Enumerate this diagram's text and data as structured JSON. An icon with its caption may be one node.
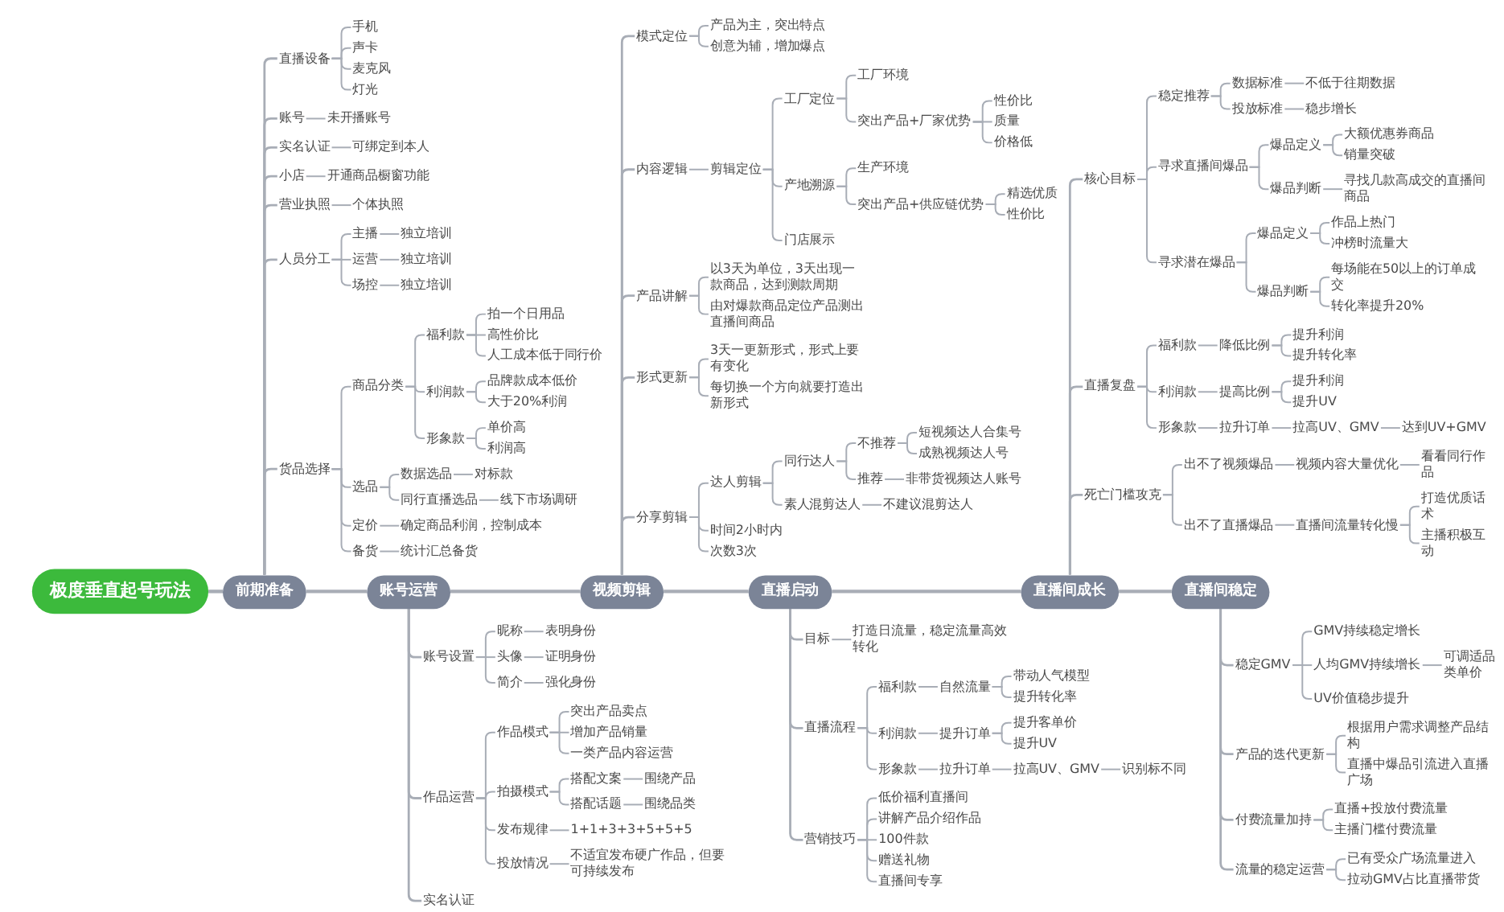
{
  "diagram": {
    "nodes": [
      {
        "text": [
          "极度垂直起号玩法"
        ]
      },
      {
        "text": [
          "前期准备"
        ]
      },
      {
        "text": [
          "直播设备"
        ]
      },
      {
        "text": [
          "手机"
        ]
      },
      {
        "text": [
          "声卡"
        ]
      },
      {
        "text": [
          "麦克风"
        ]
      },
      {
        "text": [
          "灯光"
        ]
      },
      {
        "text": [
          "账号"
        ]
      },
      {
        "text": [
          "未开播账号"
        ]
      },
      {
        "text": [
          "实名认证"
        ]
      },
      {
        "text": [
          "可绑定到本人"
        ]
      },
      {
        "text": [
          "小店"
        ]
      },
      {
        "text": [
          "开通商品橱窗功能"
        ]
      },
      {
        "text": [
          "营业执照"
        ]
      },
      {
        "text": [
          "个体执照"
        ]
      },
      {
        "text": [
          "人员分工"
        ]
      },
      {
        "text": [
          "主播"
        ]
      },
      {
        "text": [
          "独立培训"
        ]
      },
      {
        "text": [
          "运营"
        ]
      },
      {
        "text": [
          "独立培训"
        ]
      },
      {
        "text": [
          "场控"
        ]
      },
      {
        "text": [
          "独立培训"
        ]
      },
      {
        "text": [
          "货品选择"
        ]
      },
      {
        "text": [
          "商品分类"
        ]
      },
      {
        "text": [
          "福利款"
        ]
      },
      {
        "text": [
          "拍一个日用品"
        ]
      },
      {
        "text": [
          "高性价比"
        ]
      },
      {
        "text": [
          "人工成本低于同行价"
        ]
      },
      {
        "text": [
          "利润款"
        ]
      },
      {
        "text": [
          "品牌款成本低价"
        ]
      },
      {
        "text": [
          "大于20%利润"
        ]
      },
      {
        "text": [
          "形象款"
        ]
      },
      {
        "text": [
          "单价高"
        ]
      },
      {
        "text": [
          "利润高"
        ]
      },
      {
        "text": [
          "选品"
        ]
      },
      {
        "text": [
          "数据选品"
        ]
      },
      {
        "text": [
          "对标款"
        ]
      },
      {
        "text": [
          "同行直播选品"
        ]
      },
      {
        "text": [
          "线下市场调研"
        ]
      },
      {
        "text": [
          "定价"
        ]
      },
      {
        "text": [
          "确定商品利润，控制成本"
        ]
      },
      {
        "text": [
          "备货"
        ]
      },
      {
        "text": [
          "统计汇总备货"
        ]
      },
      {
        "text": [
          "账号运营"
        ]
      },
      {
        "text": [
          "账号设置"
        ]
      },
      {
        "text": [
          "昵称"
        ]
      },
      {
        "text": [
          "表明身份"
        ]
      },
      {
        "text": [
          "头像"
        ]
      },
      {
        "text": [
          "证明身份"
        ]
      },
      {
        "text": [
          "简介"
        ]
      },
      {
        "text": [
          "强化身份"
        ]
      },
      {
        "text": [
          "作品运营"
        ]
      },
      {
        "text": [
          "作品模式"
        ]
      },
      {
        "text": [
          "突出产品卖点"
        ]
      },
      {
        "text": [
          "增加产品销量"
        ]
      },
      {
        "text": [
          "一类产品内容运营"
        ]
      },
      {
        "text": [
          "拍摄模式"
        ]
      },
      {
        "text": [
          "搭配文案"
        ]
      },
      {
        "text": [
          "围绕产品"
        ]
      },
      {
        "text": [
          "搭配话题"
        ]
      },
      {
        "text": [
          "围绕品类"
        ]
      },
      {
        "text": [
          "发布规律"
        ]
      },
      {
        "text": [
          "1+1+3+3+5+5+5"
        ]
      },
      {
        "text": [
          "投放情况"
        ]
      },
      {
        "text": [
          "不适宜发布硬广作品，但要可持续发布"
        ]
      },
      {
        "text": [
          "实名认证"
        ]
      },
      {
        "text": [
          "视频剪辑"
        ]
      },
      {
        "text": [
          "模式定位"
        ]
      },
      {
        "text": [
          "产品为主，突出特点"
        ]
      },
      {
        "text": [
          "创意为辅，增加爆点"
        ]
      },
      {
        "text": [
          "内容逻辑"
        ]
      },
      {
        "text": [
          "剪辑定位"
        ]
      },
      {
        "text": [
          "工厂定位"
        ]
      },
      {
        "text": [
          "工厂环境"
        ]
      },
      {
        "text": [
          "突出产品+厂家优势"
        ]
      },
      {
        "text": [
          "性价比"
        ]
      },
      {
        "text": [
          "质量"
        ]
      },
      {
        "text": [
          "价格低"
        ]
      },
      {
        "text": [
          "产地溯源"
        ]
      },
      {
        "text": [
          "生产环境"
        ]
      },
      {
        "text": [
          "突出产品+供应链优势"
        ]
      },
      {
        "text": [
          "精选优质"
        ]
      },
      {
        "text": [
          "性价比"
        ]
      },
      {
        "text": [
          "门店展示"
        ]
      },
      {
        "text": [
          "产品讲解"
        ]
      },
      {
        "text": [
          "以3天为单位，3天出现一款商品，达到测款周期"
        ]
      },
      {
        "text": [
          "由对爆款商品定位产品测出直播间商品"
        ]
      },
      {
        "text": [
          "形式更新"
        ]
      },
      {
        "text": [
          "3天一更新形式，形式上要有变化"
        ]
      },
      {
        "text": [
          "每切换一个方向就要打造出新形式"
        ]
      },
      {
        "text": [
          "分享剪辑"
        ]
      },
      {
        "text": [
          "达人剪辑"
        ]
      },
      {
        "text": [
          "同行达人"
        ]
      },
      {
        "text": [
          "不推荐"
        ]
      },
      {
        "text": [
          "短视频达人合集号"
        ]
      },
      {
        "text": [
          "成熟视频达人号"
        ]
      },
      {
        "text": [
          "推荐"
        ]
      },
      {
        "text": [
          "非带货视频达人账号"
        ]
      },
      {
        "text": [
          "素人混剪达人"
        ]
      },
      {
        "text": [
          "不建议混剪达人"
        ]
      },
      {
        "text": [
          "时间2小时内"
        ]
      },
      {
        "text": [
          "次数3次"
        ]
      },
      {
        "text": [
          "直播启动"
        ]
      },
      {
        "text": [
          "目标"
        ]
      },
      {
        "text": [
          "打造日流量，稳定流量高效转化"
        ]
      },
      {
        "text": [
          "直播流程"
        ]
      },
      {
        "text": [
          "福利款"
        ]
      },
      {
        "text": [
          "自然流量"
        ]
      },
      {
        "text": [
          "带动人气模型"
        ]
      },
      {
        "text": [
          "提升转化率"
        ]
      },
      {
        "text": [
          "利润款"
        ]
      },
      {
        "text": [
          "提升订单"
        ]
      },
      {
        "text": [
          "提升客单价"
        ]
      },
      {
        "text": [
          "提升UV"
        ]
      },
      {
        "text": [
          "形象款"
        ]
      },
      {
        "text": [
          "拉升订单"
        ]
      },
      {
        "text": [
          "拉高UV、GMV"
        ]
      },
      {
        "text": [
          "识别标不同"
        ]
      },
      {
        "text": [
          "营销技巧"
        ]
      },
      {
        "text": [
          "低价福利直播间"
        ]
      },
      {
        "text": [
          "讲解产品介绍作品"
        ]
      },
      {
        "text": [
          "100件款"
        ]
      },
      {
        "text": [
          "赠送礼物"
        ]
      },
      {
        "text": [
          "直播间专享"
        ]
      },
      {
        "text": [
          "直播间成长"
        ]
      },
      {
        "text": [
          "核心目标"
        ]
      },
      {
        "text": [
          "稳定推荐"
        ]
      },
      {
        "text": [
          "数据标准"
        ]
      },
      {
        "text": [
          "不低于往期数据"
        ]
      },
      {
        "text": [
          "投放标准"
        ]
      },
      {
        "text": [
          "稳步增长"
        ]
      },
      {
        "text": [
          "寻求直播间爆品"
        ]
      },
      {
        "text": [
          "爆品定义"
        ]
      },
      {
        "text": [
          "大额优惠券商品"
        ]
      },
      {
        "text": [
          "销量突破"
        ]
      },
      {
        "text": [
          "爆品判断"
        ]
      },
      {
        "text": [
          "寻找几款高成交的直播间商品"
        ]
      },
      {
        "text": [
          "寻求潜在爆品"
        ]
      },
      {
        "text": [
          "爆品定义"
        ]
      },
      {
        "text": [
          "作品上热门"
        ]
      },
      {
        "text": [
          "冲榜时流量大"
        ]
      },
      {
        "text": [
          "爆品判断"
        ]
      },
      {
        "text": [
          "每场能在50以上的订单成交"
        ]
      },
      {
        "text": [
          "转化率提升20%"
        ]
      },
      {
        "text": [
          "直播复盘"
        ]
      },
      {
        "text": [
          "福利款"
        ]
      },
      {
        "text": [
          "降低比例"
        ]
      },
      {
        "text": [
          "提升利润"
        ]
      },
      {
        "text": [
          "提升转化率"
        ]
      },
      {
        "text": [
          "利润款"
        ]
      },
      {
        "text": [
          "提高比例"
        ]
      },
      {
        "text": [
          "提升利润"
        ]
      },
      {
        "text": [
          "提升UV"
        ]
      },
      {
        "text": [
          "形象款"
        ]
      },
      {
        "text": [
          "拉升订单"
        ]
      },
      {
        "text": [
          "拉高UV、GMV"
        ]
      },
      {
        "text": [
          "达到UV+GMV"
        ]
      },
      {
        "text": [
          "死亡门槛攻克"
        ]
      },
      {
        "text": [
          "出不了视频爆品"
        ]
      },
      {
        "text": [
          "视频内容大量优化"
        ]
      },
      {
        "text": [
          "看看同行作品"
        ]
      },
      {
        "text": [
          "出不了直播爆品"
        ]
      },
      {
        "text": [
          "直播间流量转化慢"
        ]
      },
      {
        "text": [
          "打造优质话术"
        ]
      },
      {
        "text": [
          "主播积极互动"
        ]
      },
      {
        "text": [
          "直播间稳定"
        ]
      },
      {
        "text": [
          "稳定GMV"
        ]
      },
      {
        "text": [
          "GMV持续稳定增长"
        ]
      },
      {
        "text": [
          "人均GMV持续增长"
        ]
      },
      {
        "text": [
          "可调适品类单价"
        ]
      },
      {
        "text": [
          "UV价值稳步提升"
        ]
      },
      {
        "text": [
          "产品的迭代更新"
        ]
      },
      {
        "text": [
          "根据用户需求调整产品结构"
        ]
      },
      {
        "text": [
          "直播中爆品引流进入直播广场"
        ]
      },
      {
        "text": [
          "付费流量加持"
        ]
      },
      {
        "text": [
          "直播+投放付费流量"
        ]
      },
      {
        "text": [
          "主播门槛付费流量"
        ]
      },
      {
        "text": [
          "流量的稳定运营"
        ]
      },
      {
        "text": [
          "已有受众广场流量进入"
        ]
      },
      {
        "text": [
          "拉动GMV占比直播带货"
        ]
      }
    ],
    "edges": [
      {
        "from": 0,
        "to": 1,
        "arrow": "none"
      },
      {
        "from": 1,
        "to": 43,
        "arrow": "none"
      },
      {
        "from": 1,
        "to": 2,
        "arrow": "none"
      },
      {
        "from": 2,
        "to": 3,
        "arrow": "none"
      },
      {
        "from": 2,
        "to": 4,
        "arrow": "none"
      },
      {
        "from": 2,
        "to": 5,
        "arrow": "none"
      },
      {
        "from": 2,
        "to": 6,
        "arrow": "none"
      },
      {
        "from": 1,
        "to": 7,
        "arrow": "none"
      },
      {
        "from": 7,
        "to": 8,
        "arrow": "none"
      },
      {
        "from": 1,
        "to": 9,
        "arrow": "none"
      },
      {
        "from": 9,
        "to": 10,
        "arrow": "none"
      },
      {
        "from": 1,
        "to": 11,
        "arrow": "none"
      },
      {
        "from": 11,
        "to": 12,
        "arrow": "none"
      },
      {
        "from": 1,
        "to": 13,
        "arrow": "none"
      },
      {
        "from": 13,
        "to": 14,
        "arrow": "none"
      },
      {
        "from": 1,
        "to": 15,
        "arrow": "none"
      },
      {
        "from": 15,
        "to": 16,
        "arrow": "none"
      },
      {
        "from": 16,
        "to": 17,
        "arrow": "none"
      },
      {
        "from": 15,
        "to": 18,
        "arrow": "none"
      },
      {
        "from": 18,
        "to": 19,
        "arrow": "none"
      },
      {
        "from": 15,
        "to": 20,
        "arrow": "none"
      },
      {
        "from": 20,
        "to": 21,
        "arrow": "none"
      },
      {
        "from": 1,
        "to": 22,
        "arrow": "none"
      },
      {
        "from": 22,
        "to": 23,
        "arrow": "none"
      },
      {
        "from": 23,
        "to": 24,
        "arrow": "none"
      },
      {
        "from": 24,
        "to": 25,
        "arrow": "none"
      },
      {
        "from": 24,
        "to": 26,
        "arrow": "none"
      },
      {
        "from": 24,
        "to": 27,
        "arrow": "none"
      },
      {
        "from": 23,
        "to": 28,
        "arrow": "none"
      },
      {
        "from": 28,
        "to": 29,
        "arrow": "none"
      },
      {
        "from": 28,
        "to": 30,
        "arrow": "none"
      },
      {
        "from": 23,
        "to": 31,
        "arrow": "none"
      },
      {
        "from": 31,
        "to": 32,
        "arrow": "none"
      },
      {
        "from": 31,
        "to": 33,
        "arrow": "none"
      },
      {
        "from": 22,
        "to": 34,
        "arrow": "none"
      },
      {
        "from": 34,
        "to": 35,
        "arrow": "none"
      },
      {
        "from": 35,
        "to": 36,
        "arrow": "none"
      },
      {
        "from": 34,
        "to": 37,
        "arrow": "none"
      },
      {
        "from": 37,
        "to": 38,
        "arrow": "none"
      },
      {
        "from": 22,
        "to": 39,
        "arrow": "none"
      },
      {
        "from": 39,
        "to": 40,
        "arrow": "none"
      },
      {
        "from": 22,
        "to": 41,
        "arrow": "none"
      },
      {
        "from": 41,
        "to": 42,
        "arrow": "none"
      },
      {
        "from": 43,
        "to": 44,
        "arrow": "none"
      },
      {
        "from": 44,
        "to": 45,
        "arrow": "none"
      },
      {
        "from": 45,
        "to": 46,
        "arrow": "none"
      },
      {
        "from": 44,
        "to": 47,
        "arrow": "none"
      },
      {
        "from": 47,
        "to": 48,
        "arrow": "none"
      },
      {
        "from": 44,
        "to": 49,
        "arrow": "none"
      },
      {
        "from": 49,
        "to": 50,
        "arrow": "none"
      },
      {
        "from": 43,
        "to": 51,
        "arrow": "none"
      },
      {
        "from": 51,
        "to": 52,
        "arrow": "none"
      },
      {
        "from": 52,
        "to": 53,
        "arrow": "none"
      },
      {
        "from": 52,
        "to": 54,
        "arrow": "none"
      },
      {
        "from": 52,
        "to": 55,
        "arrow": "none"
      },
      {
        "from": 51,
        "to": 56,
        "arrow": "none"
      },
      {
        "from": 56,
        "to": 57,
        "arrow": "none"
      },
      {
        "from": 57,
        "to": 58,
        "arrow": "none"
      },
      {
        "from": 56,
        "to": 59,
        "arrow": "none"
      },
      {
        "from": 59,
        "to": 60,
        "arrow": "none"
      },
      {
        "from": 51,
        "to": 61,
        "arrow": "none"
      },
      {
        "from": 61,
        "to": 62,
        "arrow": "none"
      },
      {
        "from": 51,
        "to": 63,
        "arrow": "none"
      },
      {
        "from": 63,
        "to": 64,
        "arrow": "none"
      },
      {
        "from": 43,
        "to": 65,
        "arrow": "none"
      },
      {
        "from": 43,
        "to": 66,
        "arrow": "none"
      },
      {
        "from": 66,
        "to": 67,
        "arrow": "none"
      },
      {
        "from": 67,
        "to": 68,
        "arrow": "none"
      },
      {
        "from": 67,
        "to": 69,
        "arrow": "none"
      },
      {
        "from": 66,
        "to": 70,
        "arrow": "none"
      },
      {
        "from": 70,
        "to": 71,
        "arrow": "none"
      },
      {
        "from": 71,
        "to": 72,
        "arrow": "none"
      },
      {
        "from": 72,
        "to": 73,
        "arrow": "none"
      },
      {
        "from": 72,
        "to": 74,
        "arrow": "none"
      },
      {
        "from": 74,
        "to": 75,
        "arrow": "none"
      },
      {
        "from": 74,
        "to": 76,
        "arrow": "none"
      },
      {
        "from": 74,
        "to": 77,
        "arrow": "none"
      },
      {
        "from": 71,
        "to": 78,
        "arrow": "none"
      },
      {
        "from": 78,
        "to": 79,
        "arrow": "none"
      },
      {
        "from": 78,
        "to": 80,
        "arrow": "none"
      },
      {
        "from": 80,
        "to": 81,
        "arrow": "none"
      },
      {
        "from": 80,
        "to": 82,
        "arrow": "none"
      },
      {
        "from": 71,
        "to": 83,
        "arrow": "none"
      },
      {
        "from": 66,
        "to": 84,
        "arrow": "none"
      },
      {
        "from": 84,
        "to": 85,
        "arrow": "none"
      },
      {
        "from": 84,
        "to": 86,
        "arrow": "none"
      },
      {
        "from": 66,
        "to": 87,
        "arrow": "none"
      },
      {
        "from": 87,
        "to": 88,
        "arrow": "none"
      },
      {
        "from": 87,
        "to": 89,
        "arrow": "none"
      },
      {
        "from": 66,
        "to": 90,
        "arrow": "none"
      },
      {
        "from": 90,
        "to": 91,
        "arrow": "none"
      },
      {
        "from": 91,
        "to": 92,
        "arrow": "none"
      },
      {
        "from": 92,
        "to": 93,
        "arrow": "none"
      },
      {
        "from": 93,
        "to": 94,
        "arrow": "none"
      },
      {
        "from": 93,
        "to": 95,
        "arrow": "none"
      },
      {
        "from": 92,
        "to": 96,
        "arrow": "none"
      },
      {
        "from": 96,
        "to": 97,
        "arrow": "none"
      },
      {
        "from": 91,
        "to": 98,
        "arrow": "none"
      },
      {
        "from": 98,
        "to": 99,
        "arrow": "none"
      },
      {
        "from": 90,
        "to": 100,
        "arrow": "none"
      },
      {
        "from": 90,
        "to": 101,
        "arrow": "none"
      },
      {
        "from": 66,
        "to": 102,
        "arrow": "none"
      },
      {
        "from": 102,
        "to": 103,
        "arrow": "none"
      },
      {
        "from": 103,
        "to": 104,
        "arrow": "none"
      },
      {
        "from": 102,
        "to": 105,
        "arrow": "none"
      },
      {
        "from": 105,
        "to": 106,
        "arrow": "none"
      },
      {
        "from": 106,
        "to": 107,
        "arrow": "none"
      },
      {
        "from": 107,
        "to": 108,
        "arrow": "none"
      },
      {
        "from": 107,
        "to": 109,
        "arrow": "none"
      },
      {
        "from": 105,
        "to": 110,
        "arrow": "none"
      },
      {
        "from": 110,
        "to": 111,
        "arrow": "none"
      },
      {
        "from": 111,
        "to": 112,
        "arrow": "none"
      },
      {
        "from": 111,
        "to": 113,
        "arrow": "none"
      },
      {
        "from": 105,
        "to": 114,
        "arrow": "none"
      },
      {
        "from": 114,
        "to": 115,
        "arrow": "none"
      },
      {
        "from": 115,
        "to": 116,
        "arrow": "none"
      },
      {
        "from": 116,
        "to": 117,
        "arrow": "none"
      },
      {
        "from": 102,
        "to": 118,
        "arrow": "none"
      },
      {
        "from": 118,
        "to": 119,
        "arrow": "none"
      },
      {
        "from": 118,
        "to": 120,
        "arrow": "none"
      },
      {
        "from": 118,
        "to": 121,
        "arrow": "none"
      },
      {
        "from": 118,
        "to": 122,
        "arrow": "none"
      },
      {
        "from": 118,
        "to": 123,
        "arrow": "none"
      },
      {
        "from": 102,
        "to": 124,
        "arrow": "none"
      },
      {
        "from": 124,
        "to": 165,
        "arrow": "none"
      },
      {
        "from": 124,
        "to": 125,
        "arrow": "none"
      },
      {
        "from": 125,
        "to": 126,
        "arrow": "none"
      },
      {
        "from": 126,
        "to": 127,
        "arrow": "none"
      },
      {
        "from": 127,
        "to": 128,
        "arrow": "none"
      },
      {
        "from": 126,
        "to": 129,
        "arrow": "none"
      },
      {
        "from": 129,
        "to": 130,
        "arrow": "none"
      },
      {
        "from": 125,
        "to": 131,
        "arrow": "none"
      },
      {
        "from": 131,
        "to": 132,
        "arrow": "none"
      },
      {
        "from": 132,
        "to": 133,
        "arrow": "none"
      },
      {
        "from": 132,
        "to": 134,
        "arrow": "none"
      },
      {
        "from": 131,
        "to": 135,
        "arrow": "none"
      },
      {
        "from": 135,
        "to": 136,
        "arrow": "none"
      },
      {
        "from": 125,
        "to": 137,
        "arrow": "none"
      },
      {
        "from": 137,
        "to": 138,
        "arrow": "none"
      },
      {
        "from": 138,
        "to": 139,
        "arrow": "none"
      },
      {
        "from": 138,
        "to": 140,
        "arrow": "none"
      },
      {
        "from": 137,
        "to": 141,
        "arrow": "none"
      },
      {
        "from": 141,
        "to": 142,
        "arrow": "none"
      },
      {
        "from": 141,
        "to": 143,
        "arrow": "none"
      },
      {
        "from": 124,
        "to": 144,
        "arrow": "none"
      },
      {
        "from": 144,
        "to": 145,
        "arrow": "none"
      },
      {
        "from": 145,
        "to": 146,
        "arrow": "none"
      },
      {
        "from": 146,
        "to": 147,
        "arrow": "none"
      },
      {
        "from": 146,
        "to": 148,
        "arrow": "none"
      },
      {
        "from": 144,
        "to": 149,
        "arrow": "none"
      },
      {
        "from": 149,
        "to": 150,
        "arrow": "none"
      },
      {
        "from": 150,
        "to": 151,
        "arrow": "none"
      },
      {
        "from": 150,
        "to": 152,
        "arrow": "none"
      },
      {
        "from": 144,
        "to": 153,
        "arrow": "none"
      },
      {
        "from": 153,
        "to": 154,
        "arrow": "none"
      },
      {
        "from": 154,
        "to": 155,
        "arrow": "none"
      },
      {
        "from": 155,
        "to": 156,
        "arrow": "none"
      },
      {
        "from": 124,
        "to": 157,
        "arrow": "none"
      },
      {
        "from": 157,
        "to": 158,
        "arrow": "none"
      },
      {
        "from": 158,
        "to": 159,
        "arrow": "none"
      },
      {
        "from": 159,
        "to": 160,
        "arrow": "none"
      },
      {
        "from": 157,
        "to": 161,
        "arrow": "none"
      },
      {
        "from": 161,
        "to": 162,
        "arrow": "none"
      },
      {
        "from": 162,
        "to": 163,
        "arrow": "none"
      },
      {
        "from": 162,
        "to": 164,
        "arrow": "none"
      },
      {
        "from": 165,
        "to": 166,
        "arrow": "none"
      },
      {
        "from": 166,
        "to": 167,
        "arrow": "none"
      },
      {
        "from": 166,
        "to": 168,
        "arrow": "none"
      },
      {
        "from": 168,
        "to": 169,
        "arrow": "none"
      },
      {
        "from": 166,
        "to": 170,
        "arrow": "none"
      },
      {
        "from": 165,
        "to": 171,
        "arrow": "none"
      },
      {
        "from": 171,
        "to": 172,
        "arrow": "none"
      },
      {
        "from": 171,
        "to": 173,
        "arrow": "none"
      },
      {
        "from": 165,
        "to": 174,
        "arrow": "none"
      },
      {
        "from": 174,
        "to": 175,
        "arrow": "none"
      },
      {
        "from": 174,
        "to": 176,
        "arrow": "none"
      },
      {
        "from": 165,
        "to": 177,
        "arrow": "none"
      },
      {
        "from": 177,
        "to": 178,
        "arrow": "none"
      },
      {
        "from": 177,
        "to": 179,
        "arrow": "none"
      }
    ]
  }
}
